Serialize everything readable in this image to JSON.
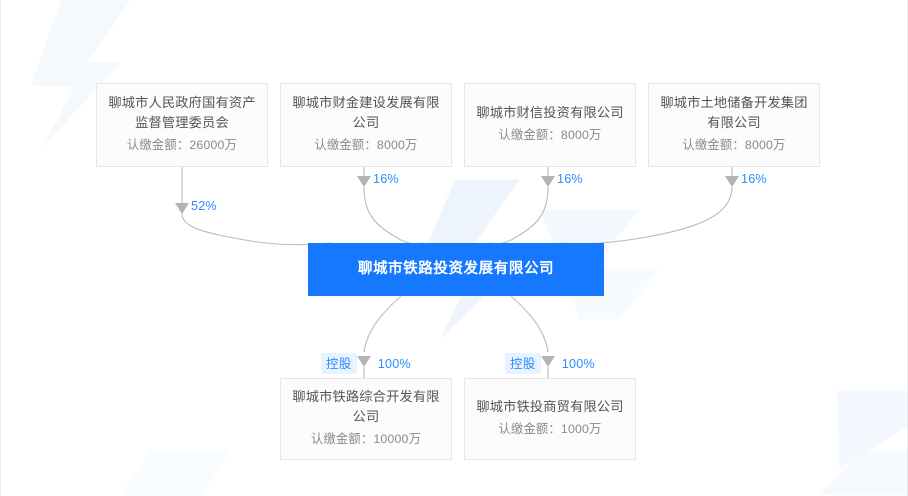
{
  "diagram": {
    "type": "equity-structure-tree",
    "center": {
      "name": "聊城市铁路投资发展有限公司",
      "color": "#1677ff"
    },
    "shareholders": [
      {
        "name": "聊城市人民政府国有资产\n监督管理委员会",
        "capital": "认缴金额：26000万",
        "percent": "52%"
      },
      {
        "name": "聊城市财金建设发展有限\n公司",
        "capital": "认缴金额：8000万",
        "percent": "16%"
      },
      {
        "name": "聊城市财信投资有限公司",
        "capital": "认缴金额：8000万",
        "percent": "16%"
      },
      {
        "name": "聊城市土地储备开发集团\n有限公司",
        "capital": "认缴金额：8000万",
        "percent": "16%"
      }
    ],
    "subsidiaries": [
      {
        "name": "聊城市铁路综合开发有限\n公司",
        "capital": "认缴金额：10000万",
        "relation": "控股",
        "percent": "100%"
      },
      {
        "name": "聊城市铁投商贸有限公司",
        "capital": "认缴金额：1000万",
        "relation": "控股",
        "percent": "100%"
      }
    ],
    "colors": {
      "accent": "#1677ff",
      "label_blue": "#2c8bff",
      "tag_bg": "#e8f3ff",
      "edge_line": "#b9b9b9",
      "node_border": "#e6e6e8",
      "node_bg": "#fcfcfd"
    }
  }
}
